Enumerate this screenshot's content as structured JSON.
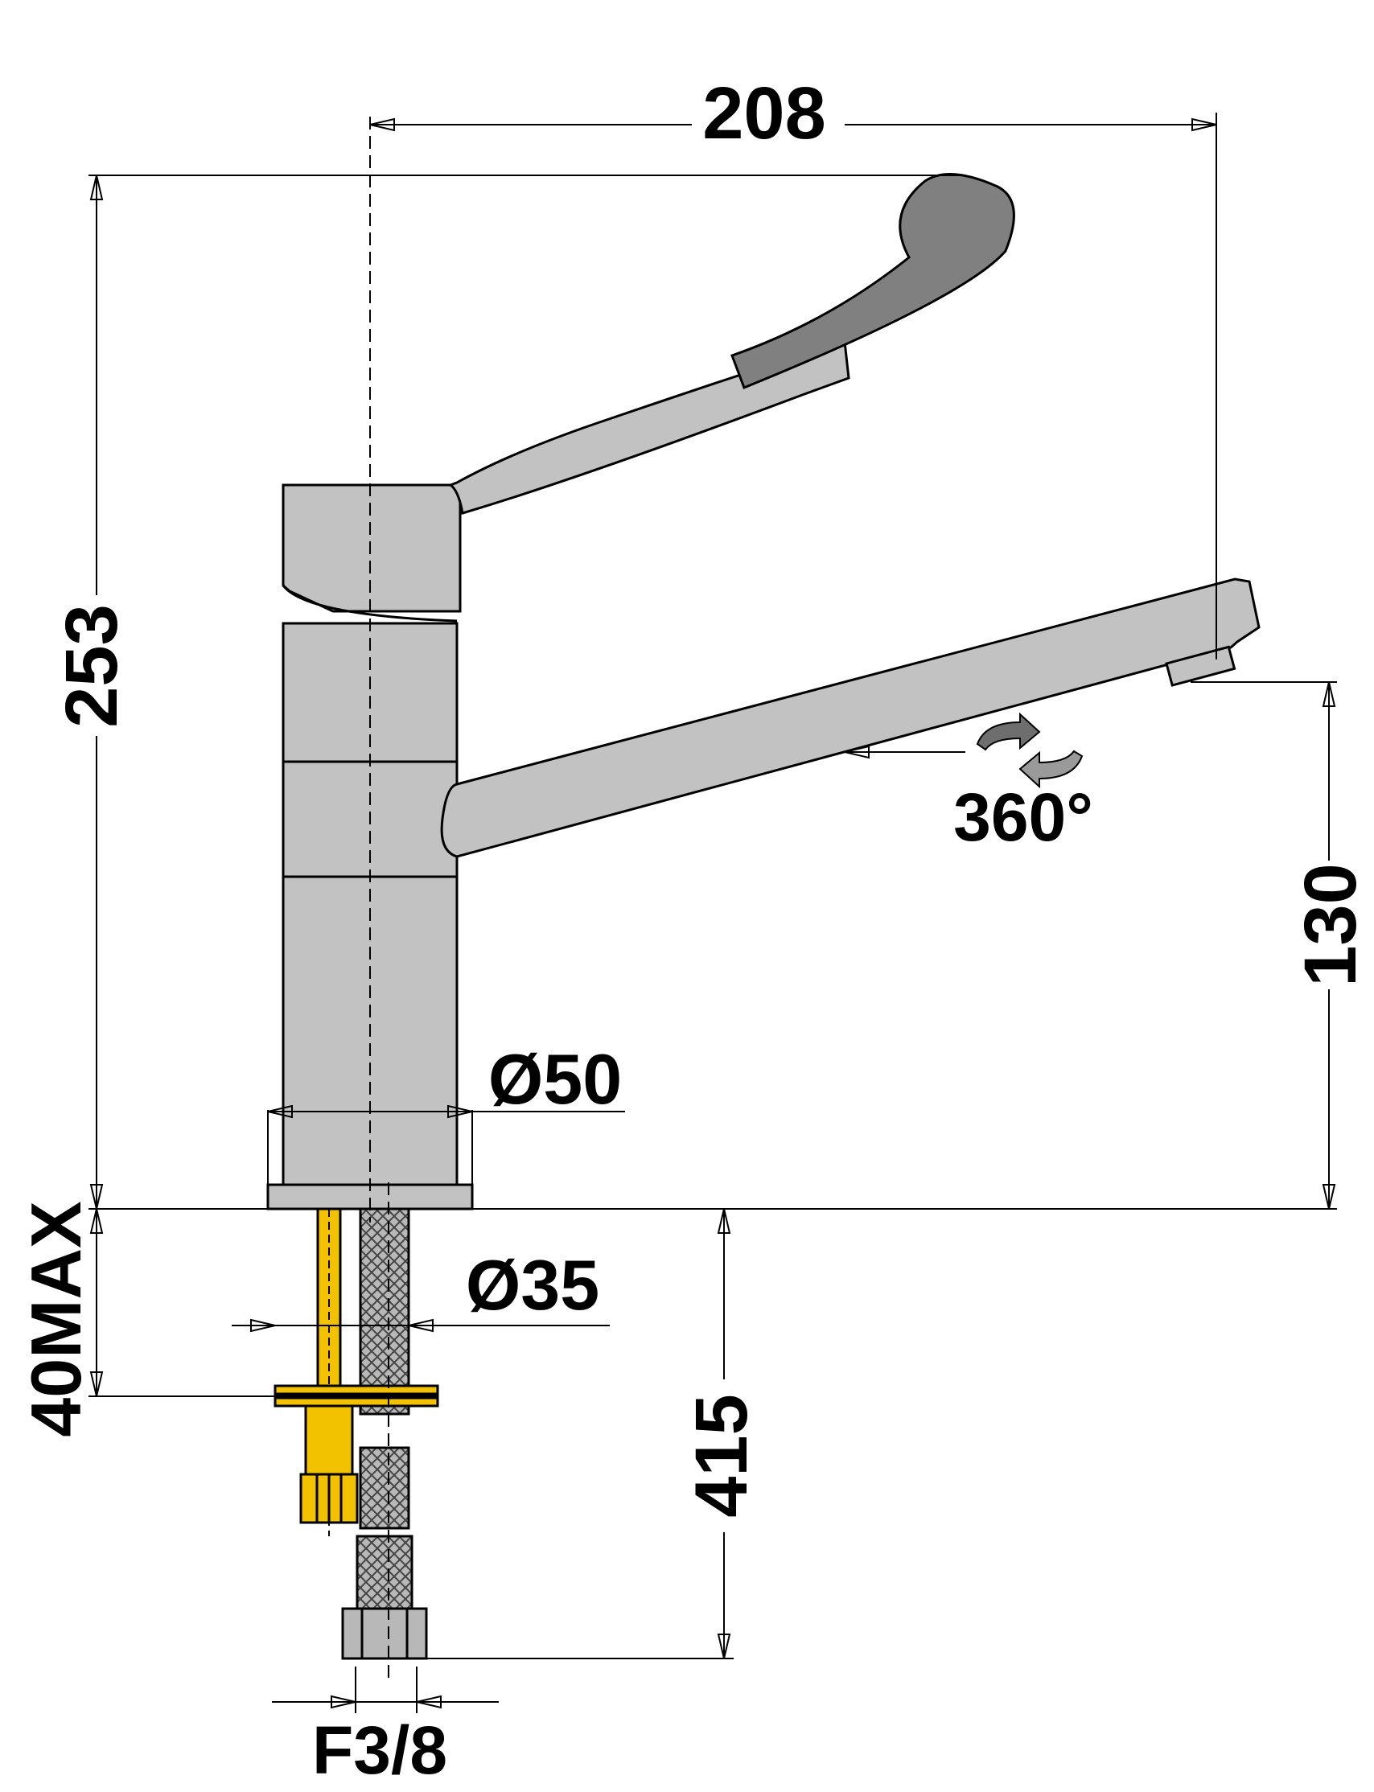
{
  "dimensions": {
    "spout_reach": "208",
    "total_height": "253",
    "spout_height": "130",
    "body_diameter": "Ø50",
    "hole_diameter": "Ø35",
    "deck_thickness": "40MAX",
    "hose_length": "415",
    "connection_thread": "F3/8"
  },
  "rotation_label": "360°",
  "colors": {
    "body_fill": "#c2c2c2",
    "lever_tip": "#808080",
    "line": "#000000",
    "brass": "#f2c200"
  }
}
